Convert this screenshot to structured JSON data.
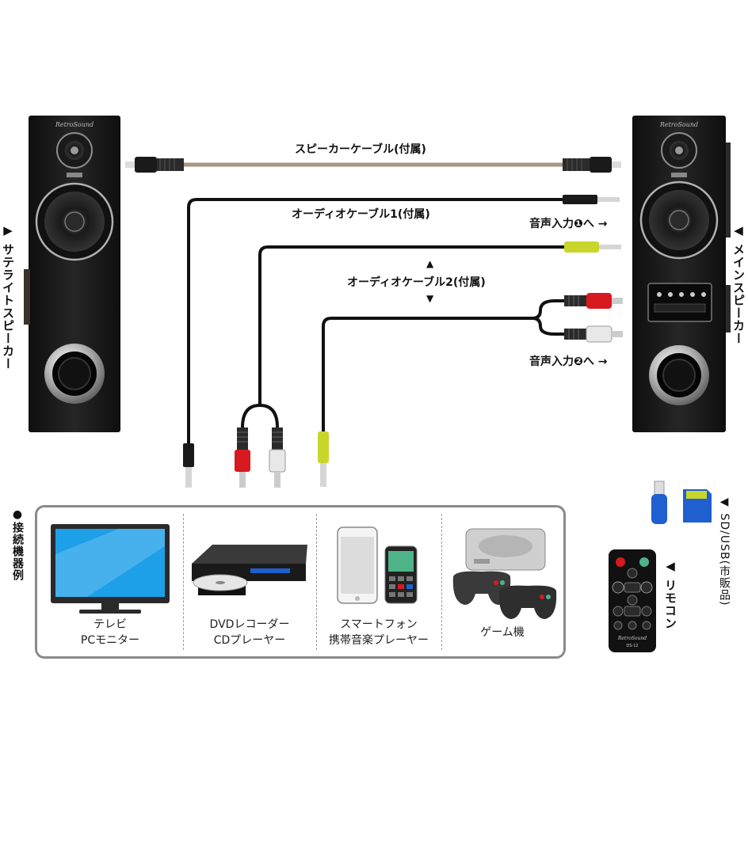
{
  "speakers": {
    "satellite_label": "▶ サテライトスピーカー",
    "main_label": "◀ メインスピーカー",
    "brand": "RetroSound",
    "model": "DS-12"
  },
  "cables": {
    "speaker_cable": "スピーカーケーブル(付属)",
    "audio_cable_1": "オーディオケーブル1(付属)",
    "audio_cable_2": "オーディオケーブル2(付属)"
  },
  "inputs": {
    "input_1": "音声入力❶へ →",
    "input_2": "音声入力❷へ →"
  },
  "connected_devices": {
    "label": "●接続機器例",
    "items": [
      {
        "line1": "テレビ",
        "line2": "PCモニター"
      },
      {
        "line1": "DVDレコーダー",
        "line2": "CDプレーヤー"
      },
      {
        "line1": "スマートフォン",
        "line2": "携帯音楽プレーヤー"
      },
      {
        "line1": "ゲーム機",
        "line2": ""
      }
    ]
  },
  "accessories": {
    "remote_label": "◀ リモコン",
    "storage_label": "◀ SD/USB(市販品)"
  },
  "colors": {
    "cabinet": "#1b1b1b",
    "cable_black": "#111111",
    "cable_brown": "#a89583",
    "plug_red": "#d71920",
    "plug_white": "#e8e8e8",
    "plug_yellow": "#c8d62a",
    "frame_gray": "#8a8a8a",
    "tv_screen": "#1ea0e8",
    "usb_blue": "#1f5fcf"
  }
}
